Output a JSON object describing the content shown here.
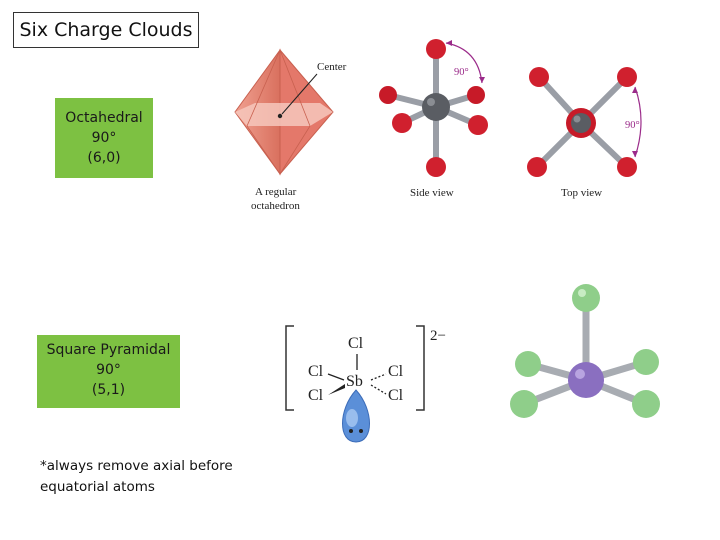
{
  "title": "Six Charge Clouds",
  "octahedral": {
    "name": "Octahedral",
    "angle": "90°",
    "notation": "(6,0)"
  },
  "square_pyramidal": {
    "name": "Square Pyramidal",
    "angle": "90°",
    "notation": "(5,1)"
  },
  "note": "*always remove axial before equatorial atoms",
  "figure": {
    "center_label": "Center",
    "octahedron_caption_1": "A regular",
    "octahedron_caption_2": "octahedron",
    "side_view": "Side view",
    "top_view": "Top view",
    "angle_side": "90°",
    "angle_top": "90°"
  },
  "lewis": {
    "cl_top": "Cl",
    "cl_left_upper": "Cl",
    "cl_left_lower": "Cl",
    "cl_right_upper": "Cl",
    "cl_right_lower": "Cl",
    "sb": "Sb",
    "charge": "2−"
  },
  "colors": {
    "green_box": "#7dc142",
    "oxygen_red": "#d0202e",
    "center_gray": "#5a5d63",
    "octahedron": "#e8806e",
    "lone_pair": "#5b8fd8",
    "cl_green": "#8fce8a",
    "sb_purple": "#8a6fc0"
  }
}
